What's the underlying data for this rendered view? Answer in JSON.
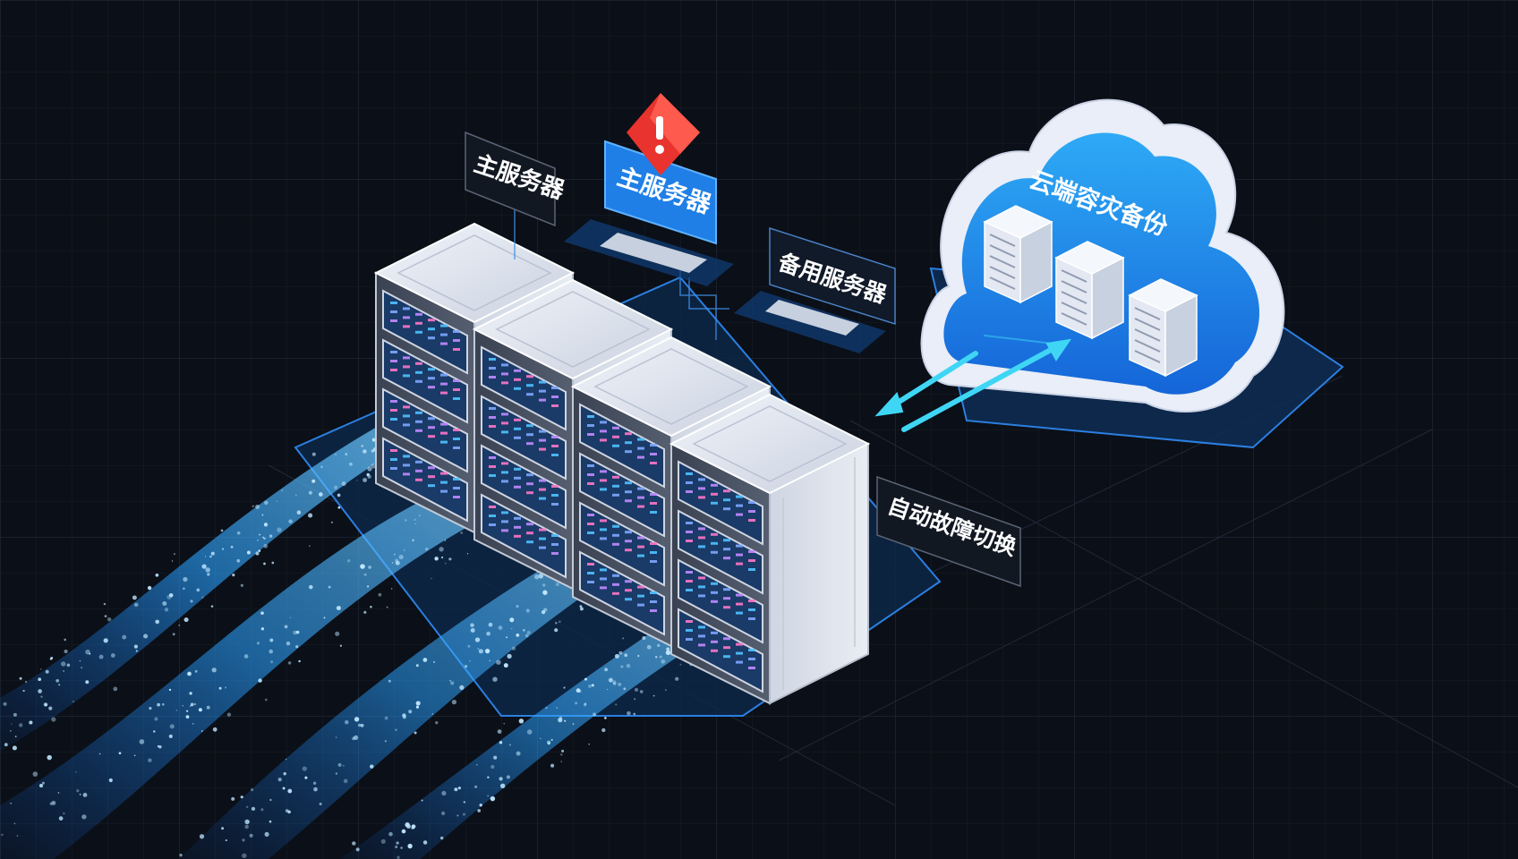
{
  "labels": {
    "primary_server_a": "主服务器",
    "primary_server_b": "主服务器",
    "backup_server": "备用服务器",
    "cloud_backup": "云端容灾备份",
    "auto_failover": "自动故障切换"
  },
  "colors": {
    "background": "#0b0f17",
    "grid": "#1d2533",
    "accent_blue": "#1e8ff0",
    "cyan_arrow": "#3fd6f5",
    "alert_red": "#e8332e",
    "server_body": "#dde3ee"
  },
  "icons": {
    "alert": "alert-diamond-icon",
    "server": "server-rack-icon",
    "cloud": "cloud-icon",
    "sync": "bidirectional-arrows-icon"
  }
}
